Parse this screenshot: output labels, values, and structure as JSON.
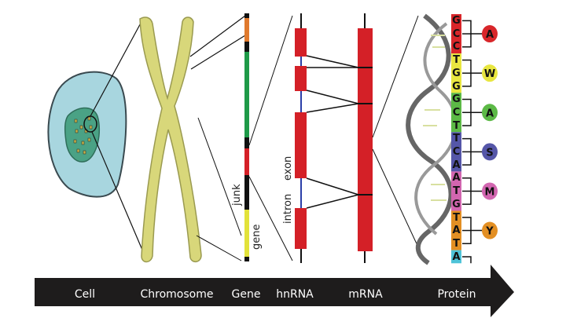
{
  "stages": [
    "Cell",
    "Chromosome",
    "Gene",
    "hnRNA",
    "mRNA",
    "Protein"
  ],
  "gene_labels": {
    "junk": "junk",
    "gene": "gene"
  },
  "hnrna_labels": {
    "exon": "exon",
    "intron": "intron"
  },
  "sequence": {
    "codons": [
      {
        "bases": "GCC",
        "color": "#d8262a",
        "amino_acid": "A",
        "aa_color": "#d8262a"
      },
      {
        "bases": "TGG",
        "color": "#e8e640",
        "amino_acid": "W",
        "aa_color": "#e8e640"
      },
      {
        "bases": "GCT",
        "color": "#5cb946",
        "amino_acid": "A",
        "aa_color": "#5cb946"
      },
      {
        "bases": "TCA",
        "color": "#5556a8",
        "amino_acid": "S",
        "aa_color": "#5556a8"
      },
      {
        "bases": "ATG",
        "color": "#d266b0",
        "amino_acid": "M",
        "aa_color": "#d266b0"
      },
      {
        "bases": "TAT",
        "color": "#e38f23",
        "amino_acid": "Y",
        "aa_color": "#e38f23"
      }
    ],
    "trailing": {
      "bases": "A",
      "color": "#4ec3d8"
    }
  },
  "colors": {
    "exon": "#d42027",
    "intron": "#2b3fa8",
    "chromosome": "#d8d77a",
    "cell": "#a8d6df",
    "nucleus": "#4aa285",
    "arrow": "#1e1c1c"
  }
}
